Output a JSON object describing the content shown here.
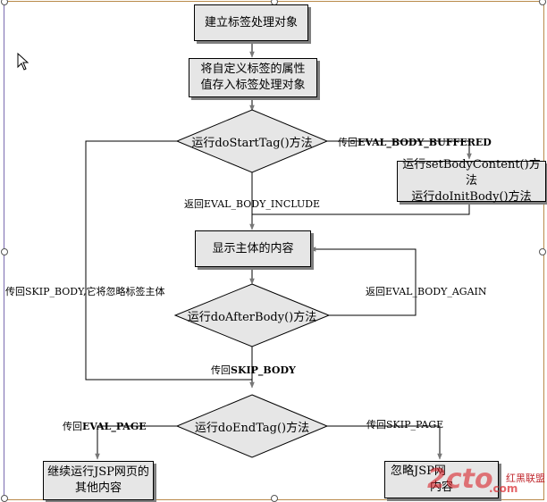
{
  "nodes": {
    "create_handler": "建立标签处理对象",
    "store_attrs_l1": "将自定义标签的属性",
    "store_attrs_l2": "值存入标签处理对象",
    "do_start_tag": "运行doStartTag()方法",
    "set_body_l1": "运行setBodyContent()方法",
    "set_body_l2": "运行doInitBody()方法",
    "show_body": "显示主体的内容",
    "do_after_body": "运行doAfterBody()方法",
    "do_end_tag": "运行doEndTag()方法",
    "continue_l1": "继续运行JSP网页的",
    "continue_l2": "其他内容",
    "ignore_l1": "忽略JSP网",
    "ignore_l2": "内容"
  },
  "edges": {
    "buffered_prefix": "传回",
    "buffered_value": "EVAL_BODY_BUFFERED",
    "include": "返回EVAL_BODY_INCLUDE",
    "skip_body_left": "传回SKIP_BODY,它将忽略标签主体",
    "again": "返回EVAL_BODY_AGAIN",
    "skip_body_prefix": "传回",
    "skip_body_value": "SKIP_BODY",
    "eval_page_prefix": "传回",
    "eval_page_value": "EVAL_PAGE",
    "skip_page": "传回SKIP_PAGE"
  },
  "watermark": {
    "logo": "2cto",
    "suffix": ".com",
    "brand": "红黑联盟"
  },
  "colors": {
    "box_fill": "#e6e6e6",
    "shadow": "#7f7f7f",
    "watermark_red": "#d9232a"
  }
}
